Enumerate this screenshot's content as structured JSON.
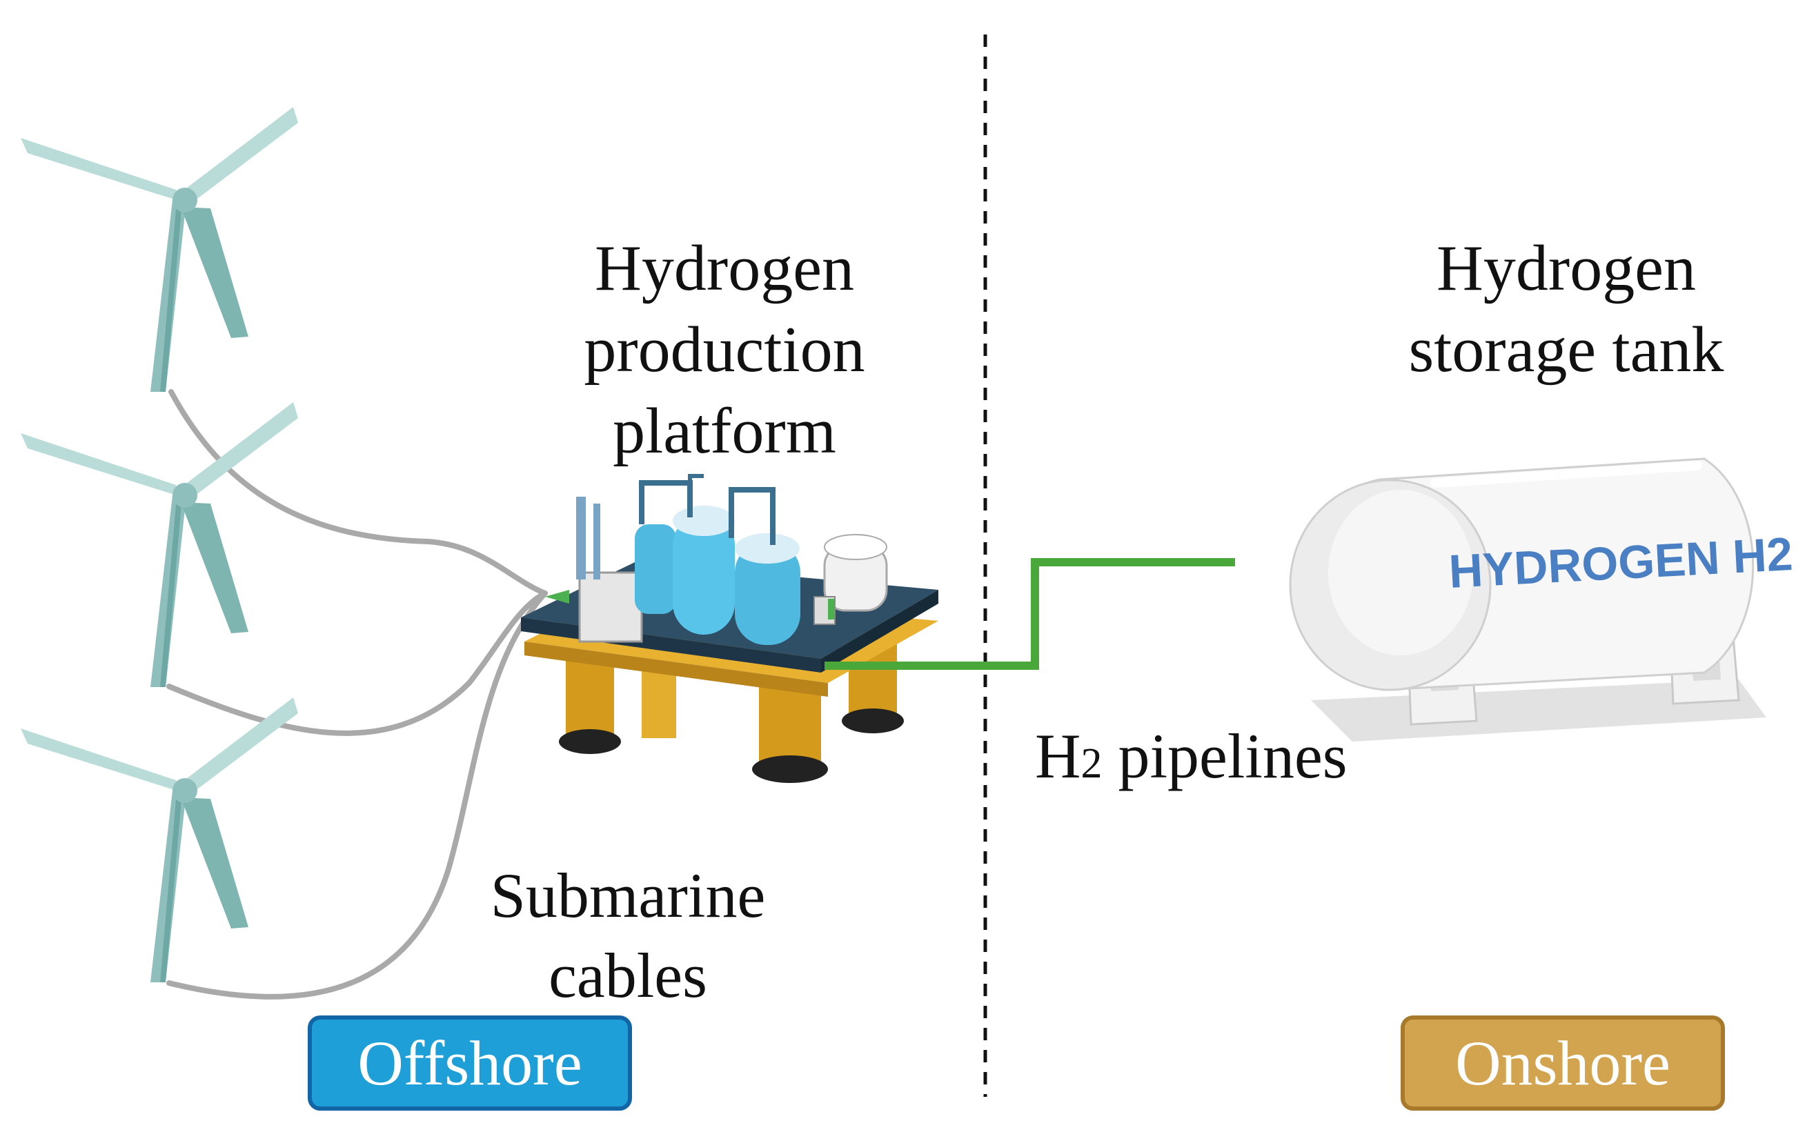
{
  "labels": {
    "production_platform": [
      "Hydrogen",
      "production",
      "platform"
    ],
    "storage_tank": [
      "Hydrogen",
      "storage tank"
    ],
    "submarine_cables": [
      "Submarine",
      "cables"
    ],
    "pipelines_prefix": "H",
    "pipelines_sub": "2",
    "pipelines_suffix": " pipelines",
    "tank_marking": "HYDROGEN H2"
  },
  "badges": {
    "offshore": "Offshore",
    "onshore": "Onshore"
  },
  "colors": {
    "turbine": "#9ccac6",
    "cable": "#a9a9a9",
    "pipeline": "#4aa83a",
    "offshore_badge": "#1e9fd8",
    "onshore_badge": "#d3a44f",
    "tank_text": "#4a7fc4"
  },
  "icons": {
    "turbines": [
      "wind-turbine-icon",
      "wind-turbine-icon",
      "wind-turbine-icon"
    ],
    "platform": "hydrogen-platform-icon",
    "tank": "hydrogen-tank-icon"
  }
}
